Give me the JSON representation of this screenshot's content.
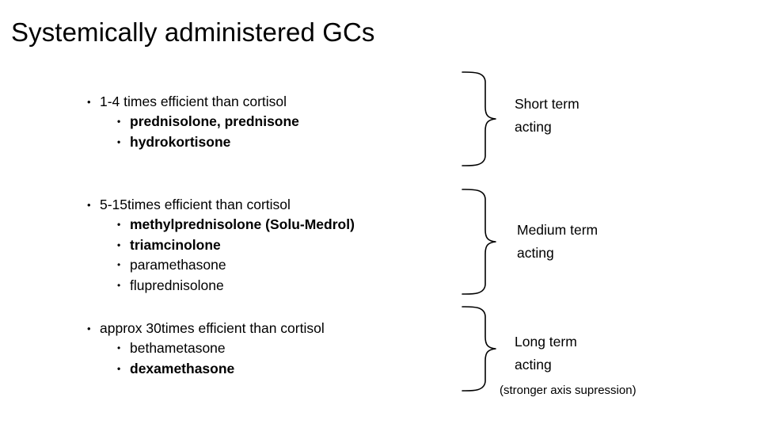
{
  "slide": {
    "title": "Systemically administered GCs",
    "background_color": "#ffffff",
    "text_color": "#000000"
  },
  "groups": [
    {
      "id": "short",
      "heading": "1-4 times efficient than cortisol",
      "drugs": [
        {
          "name": "prednisolone, prednisone",
          "emphasis": "bold"
        },
        {
          "name": "hydrokortisone",
          "emphasis": "bold"
        }
      ],
      "category_label_line1": "Short term",
      "category_label_line2": "acting"
    },
    {
      "id": "medium",
      "heading": "5-15times efficient than cortisol",
      "drugs": [
        {
          "name": "methylprednisolone (Solu-Medrol)",
          "emphasis": "bold"
        },
        {
          "name": "triamcinolone",
          "emphasis": "bold"
        },
        {
          "name": "paramethasone",
          "emphasis": "normal"
        },
        {
          "name": "fluprednisolone",
          "emphasis": "normal"
        }
      ],
      "category_label_line1": "Medium term",
      "category_label_line2": "acting"
    },
    {
      "id": "long",
      "heading": "approx 30times efficient than cortisol",
      "drugs": [
        {
          "name": "bethametasone",
          "emphasis": "normal"
        },
        {
          "name": "dexamethasone",
          "emphasis": "bold"
        }
      ],
      "category_label_line1": "Long term",
      "category_label_line2": "acting",
      "note": "(stronger axis supression)"
    }
  ]
}
